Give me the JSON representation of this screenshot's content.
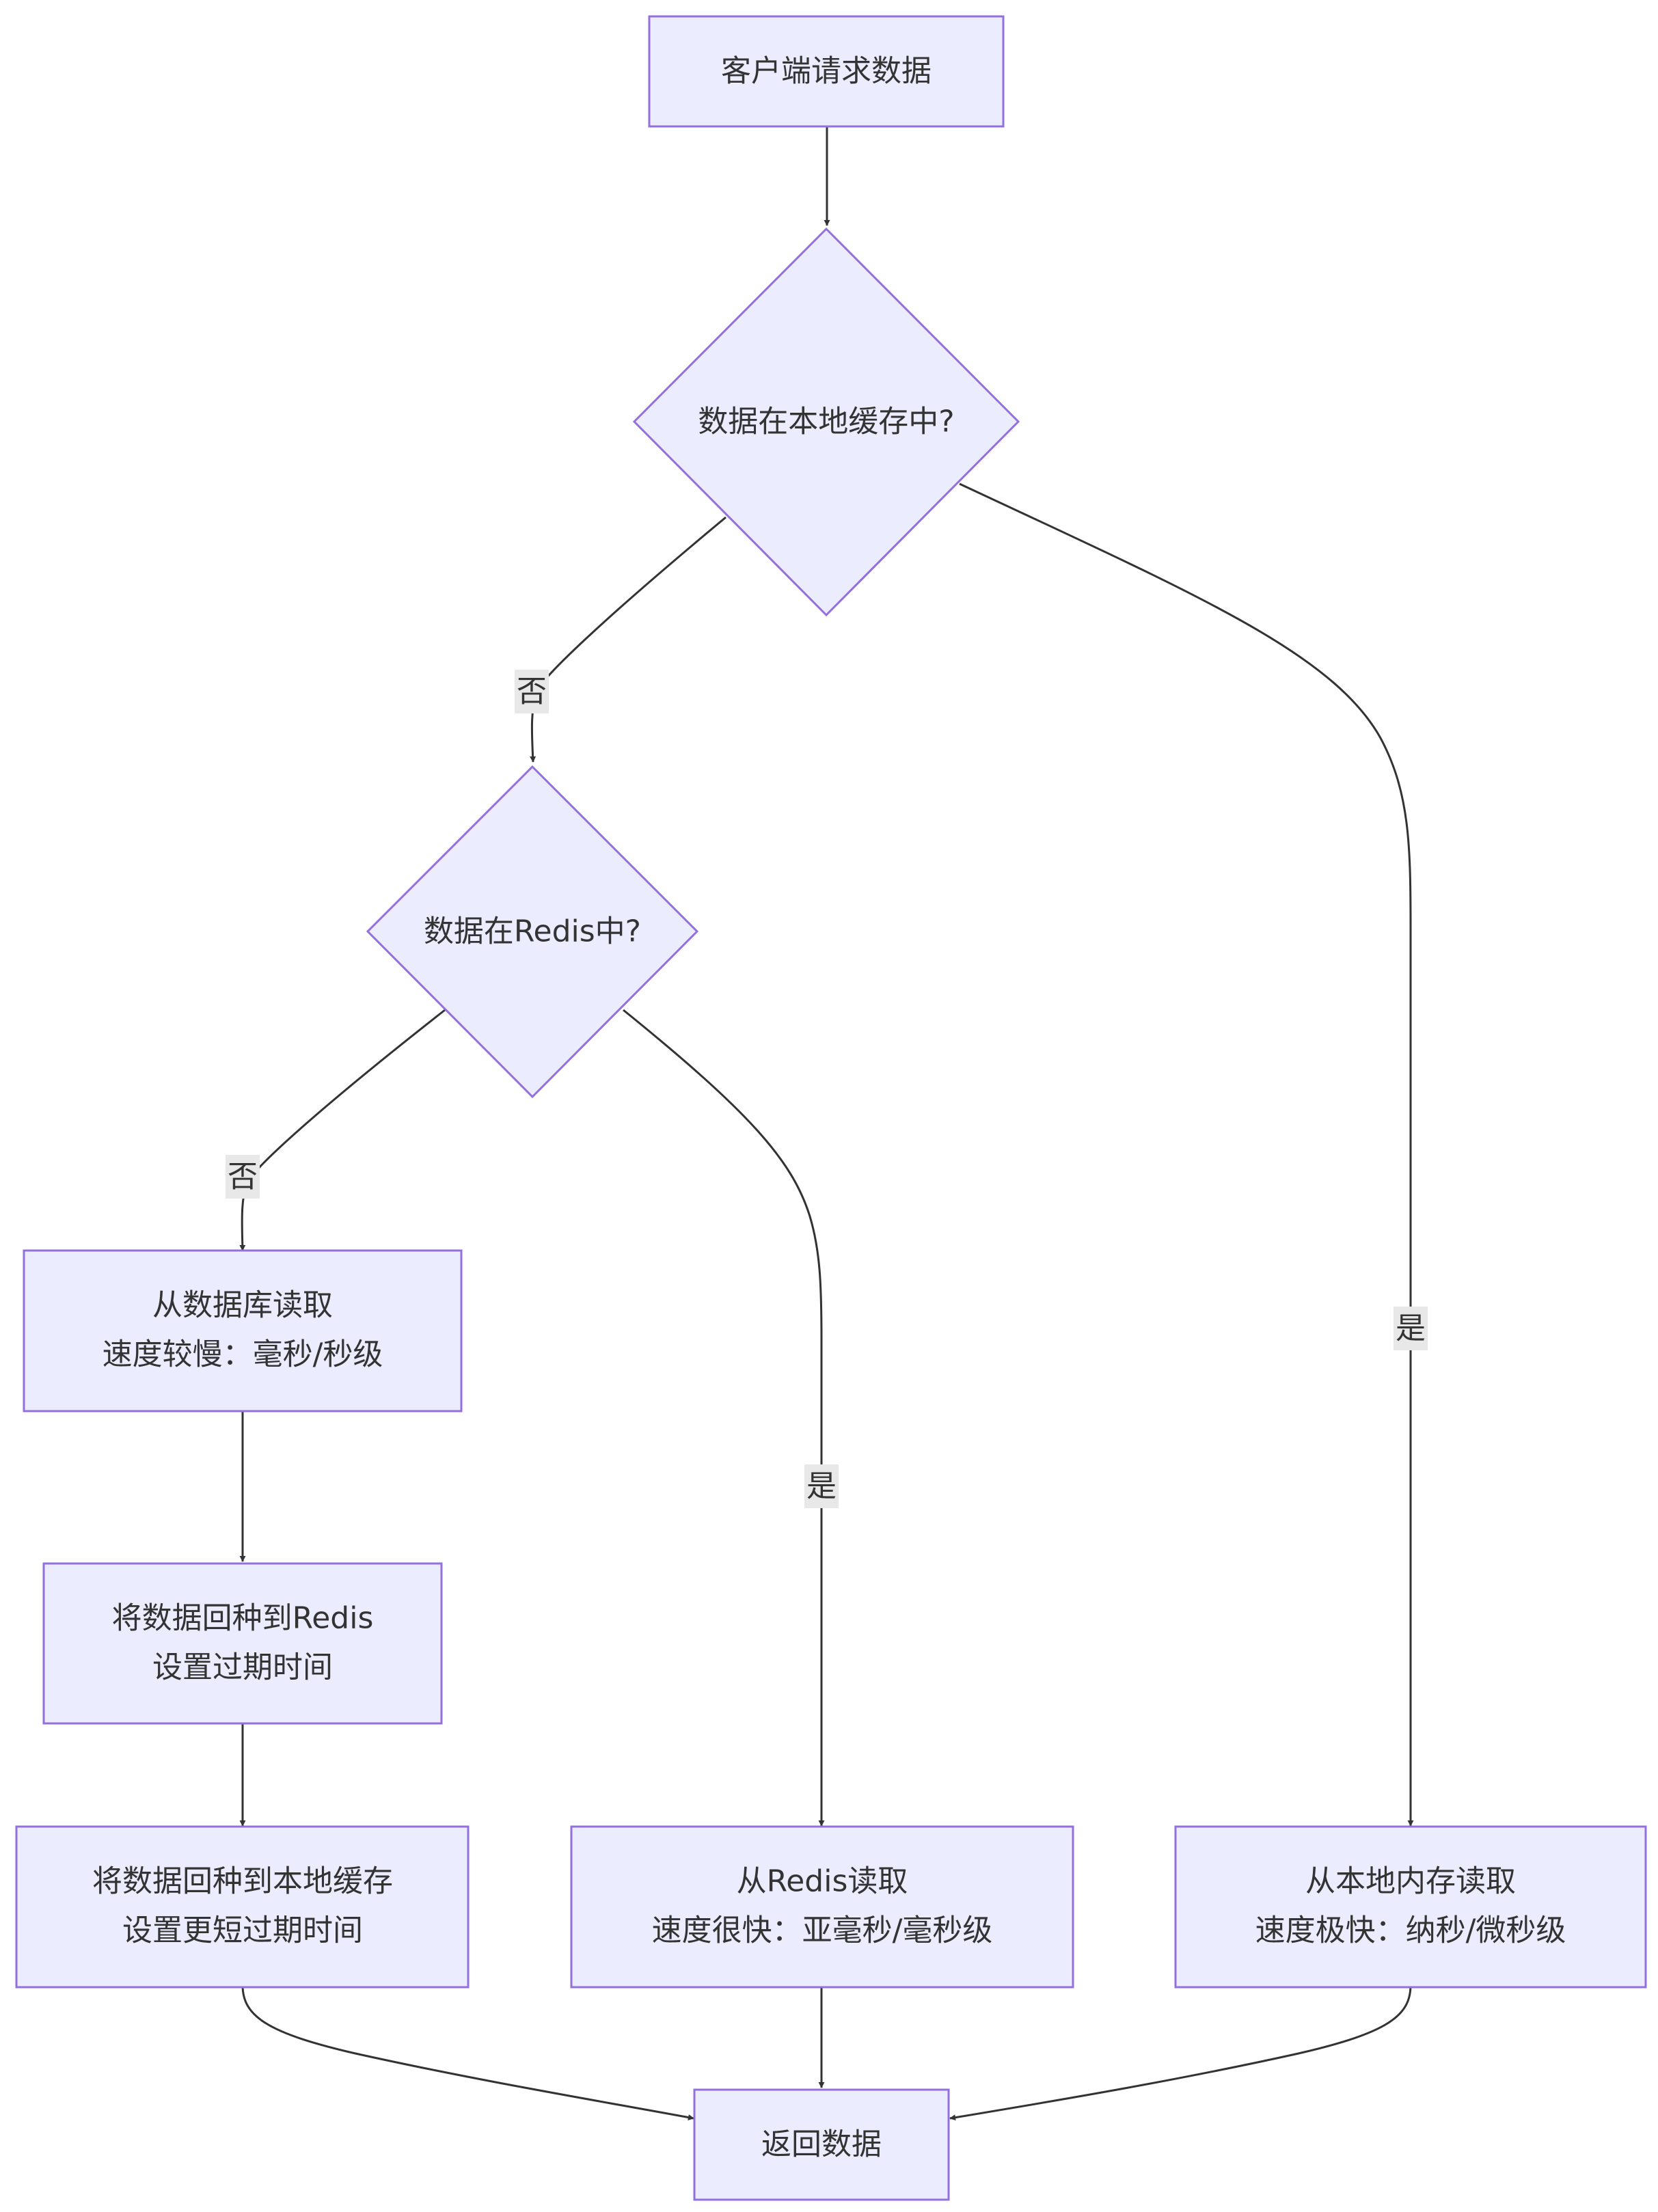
{
  "nodes": {
    "start": [
      "客户端请求数据"
    ],
    "local_check": [
      "数据在本地缓存中?"
    ],
    "redis_check": [
      "数据在Redis中?"
    ],
    "read_db": [
      "从数据库读取",
      "速度较慢：毫秒/秒级"
    ],
    "seed_redis": [
      "将数据回种到Redis",
      "设置过期时间"
    ],
    "seed_local": [
      "将数据回种到本地缓存",
      "设置更短过期时间"
    ],
    "read_redis": [
      "从Redis读取",
      "速度很快：亚毫秒/毫秒级"
    ],
    "read_local": [
      "从本地内存读取",
      "速度极快：纳秒/微秒级"
    ],
    "return": [
      "返回数据"
    ]
  },
  "edge_labels": {
    "local_no": "否",
    "local_yes": "是",
    "redis_no": "否",
    "redis_yes": "是"
  },
  "colors": {
    "node_fill": "#ececff",
    "node_stroke": "#9370db",
    "edge": "#333333",
    "label_bg": "#e8e8e8"
  }
}
